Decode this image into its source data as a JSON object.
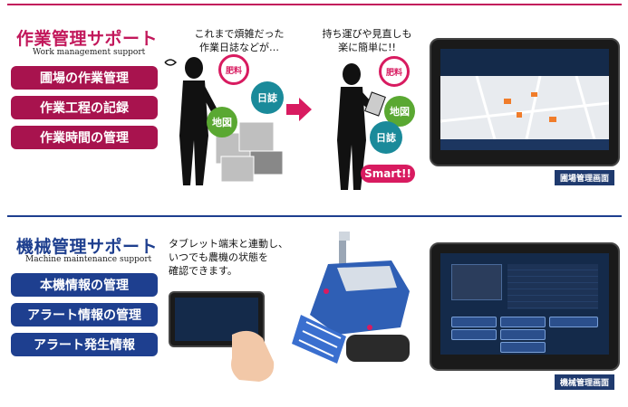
{
  "work": {
    "title": "作業管理サポート",
    "subtitle": "Work management support",
    "items": [
      "圃場の作業管理",
      "作業工程の記録",
      "作業時間の管理"
    ],
    "caption_left": [
      "これまで煩雑だった",
      "作業日誌などが…"
    ],
    "caption_right": [
      "持ち運びや見直しも",
      "楽に簡単に!!"
    ],
    "circles": {
      "fertilizer": "肥料",
      "diary": "日誌",
      "map": "地図"
    },
    "smart": "Smart!!",
    "screen_label": "圃場管理画面"
  },
  "machine": {
    "title": "機械管理サポート",
    "subtitle": "Machine maintenance support",
    "items": [
      "本機情報の管理",
      "アラート情報の管理",
      "アラート発生情報"
    ],
    "caption": [
      "タブレット端末と連動し、",
      "いつでも農機の状態を",
      "確認できます。"
    ],
    "screen_label": "機械管理画面"
  },
  "colors": {
    "pink": "#a8134e",
    "navy": "#1e3f8f",
    "accent_pink": "#d81b60",
    "teal": "#1a8a9a",
    "green": "#5aa832"
  }
}
